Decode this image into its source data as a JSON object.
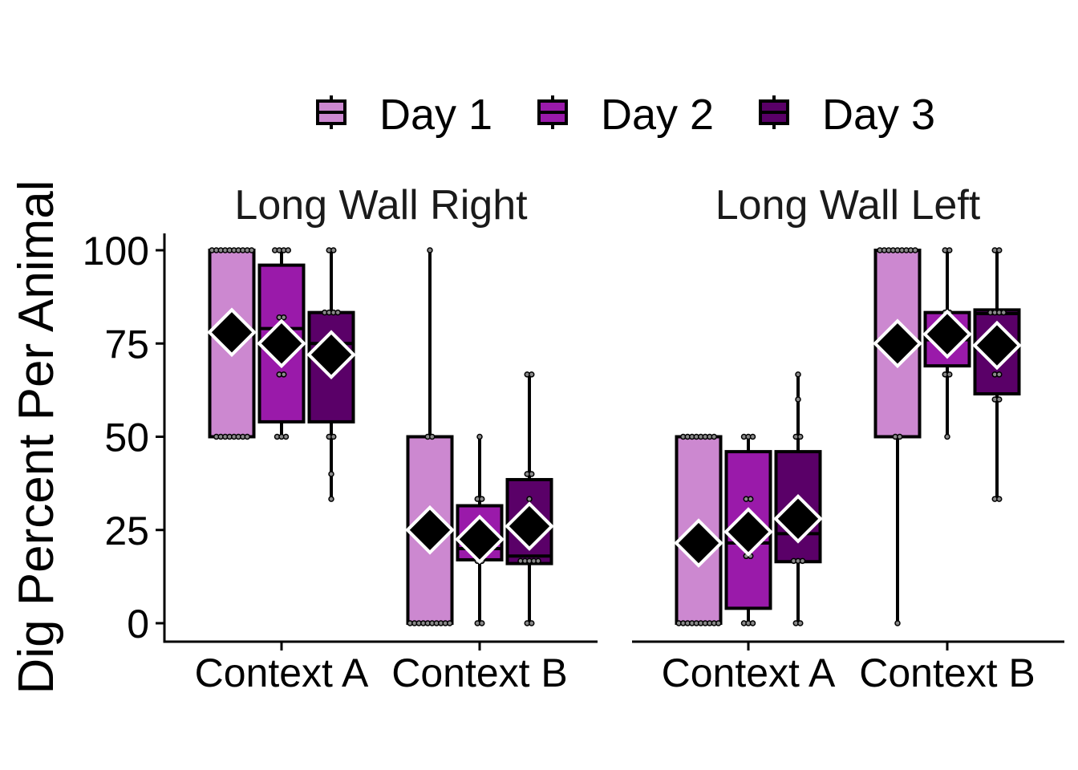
{
  "chart_data": {
    "type": "box",
    "ylabel": "Dig Percent Per Animal",
    "xlabel": "",
    "ylim": [
      -5,
      105
    ],
    "y_ticks": [
      0,
      25,
      50,
      75,
      100
    ],
    "categories": [
      "Context A",
      "Context B"
    ],
    "legend_position": "top",
    "grid": false,
    "series": [
      {
        "name": "Day 1",
        "color": "#cc88d0"
      },
      {
        "name": "Day 2",
        "color": "#9a1aaa"
      },
      {
        "name": "Day 3",
        "color": "#5a0068"
      }
    ],
    "panels": [
      {
        "title": "Long Wall Right",
        "groups": [
          {
            "category": "Context A",
            "boxes": [
              {
                "series": "Day 1",
                "min": 50,
                "q1": 50,
                "median": 100,
                "q3": 100,
                "max": 100,
                "mean": 78,
                "points": [
                  100,
                  100,
                  100,
                  100,
                  100,
                  100,
                  100,
                  100,
                  100,
                  100,
                  50,
                  50,
                  50,
                  50,
                  50,
                  50,
                  50,
                  50
                ]
              },
              {
                "series": "Day 2",
                "min": 50,
                "q1": 54,
                "median": 79,
                "q3": 96,
                "max": 100,
                "mean": 75,
                "points": [
                  100,
                  100,
                  100,
                  100,
                  82,
                  82,
                  66.7,
                  66.7,
                  50,
                  50,
                  50
                ]
              },
              {
                "series": "Day 3",
                "min": 33.3,
                "q1": 54,
                "median": 75,
                "q3": 83.3,
                "max": 100,
                "mean": 72,
                "points": [
                  100,
                  100,
                  83.3,
                  83.3,
                  83.3,
                  83.3,
                  66.7,
                  50,
                  50,
                  40,
                  33.3
                ]
              }
            ]
          },
          {
            "category": "Context B",
            "boxes": [
              {
                "series": "Day 1",
                "min": 0,
                "q1": 0,
                "median": 0,
                "q3": 50,
                "max": 100,
                "mean": 25,
                "points": [
                  100,
                  50,
                  50,
                  0,
                  0,
                  0,
                  0,
                  0,
                  0,
                  0,
                  0,
                  0,
                  0
                ]
              },
              {
                "series": "Day 2",
                "min": 0,
                "q1": 17,
                "median": 20,
                "q3": 31.5,
                "max": 50,
                "mean": 22.5,
                "points": [
                  50,
                  33.3,
                  33.3,
                  20,
                  20,
                  16.7,
                  16.7,
                  0,
                  0
                ]
              },
              {
                "series": "Day 3",
                "min": 0,
                "q1": 16,
                "median": 18,
                "q3": 38.5,
                "max": 66.7,
                "mean": 26,
                "points": [
                  66.7,
                  66.7,
                  40,
                  40,
                  33.3,
                  16.7,
                  16.7,
                  16.7,
                  16.7,
                  16.7,
                  0,
                  0
                ]
              }
            ]
          }
        ]
      },
      {
        "title": "Long Wall Left",
        "groups": [
          {
            "category": "Context A",
            "boxes": [
              {
                "series": "Day 1",
                "min": 0,
                "q1": 0,
                "median": 0,
                "q3": 50,
                "max": 50,
                "mean": 21.5,
                "points": [
                  50,
                  50,
                  50,
                  50,
                  50,
                  50,
                  50,
                  50,
                  0,
                  0,
                  0,
                  0,
                  0,
                  0,
                  0,
                  0,
                  0,
                  0
                ]
              },
              {
                "series": "Day 2",
                "min": 0,
                "q1": 4,
                "median": 21.5,
                "q3": 46,
                "max": 50,
                "mean": 24.5,
                "points": [
                  50,
                  50,
                  50,
                  33.3,
                  33.3,
                  18,
                  18,
                  0,
                  0,
                  0
                ]
              },
              {
                "series": "Day 3",
                "min": 0,
                "q1": 16.5,
                "median": 24,
                "q3": 46,
                "max": 66.7,
                "mean": 28,
                "points": [
                  66.7,
                  60,
                  50,
                  50,
                  33.3,
                  16.7,
                  16.7,
                  16.7,
                  0,
                  0
                ]
              }
            ]
          },
          {
            "category": "Context B",
            "boxes": [
              {
                "series": "Day 1",
                "min": 0,
                "q1": 50,
                "median": 100,
                "q3": 100,
                "max": 100,
                "mean": 75,
                "points": [
                  100,
                  100,
                  100,
                  100,
                  100,
                  100,
                  100,
                  100,
                  100,
                  50,
                  50,
                  0
                ]
              },
              {
                "series": "Day 2",
                "min": 50,
                "q1": 69,
                "median": 76,
                "q3": 83.3,
                "max": 100,
                "mean": 77.5,
                "points": [
                  100,
                  100,
                  83.3,
                  83.3,
                  82,
                  82,
                  66.7,
                  66.7,
                  50
                ]
              },
              {
                "series": "Day 3",
                "min": 33.3,
                "q1": 61.5,
                "median": 83,
                "q3": 84,
                "max": 100,
                "mean": 74.5,
                "points": [
                  100,
                  100,
                  83.3,
                  83.3,
                  83.3,
                  83.3,
                  66.7,
                  66.7,
                  60,
                  60,
                  33.3,
                  33.3
                ]
              }
            ]
          }
        ]
      }
    ]
  }
}
